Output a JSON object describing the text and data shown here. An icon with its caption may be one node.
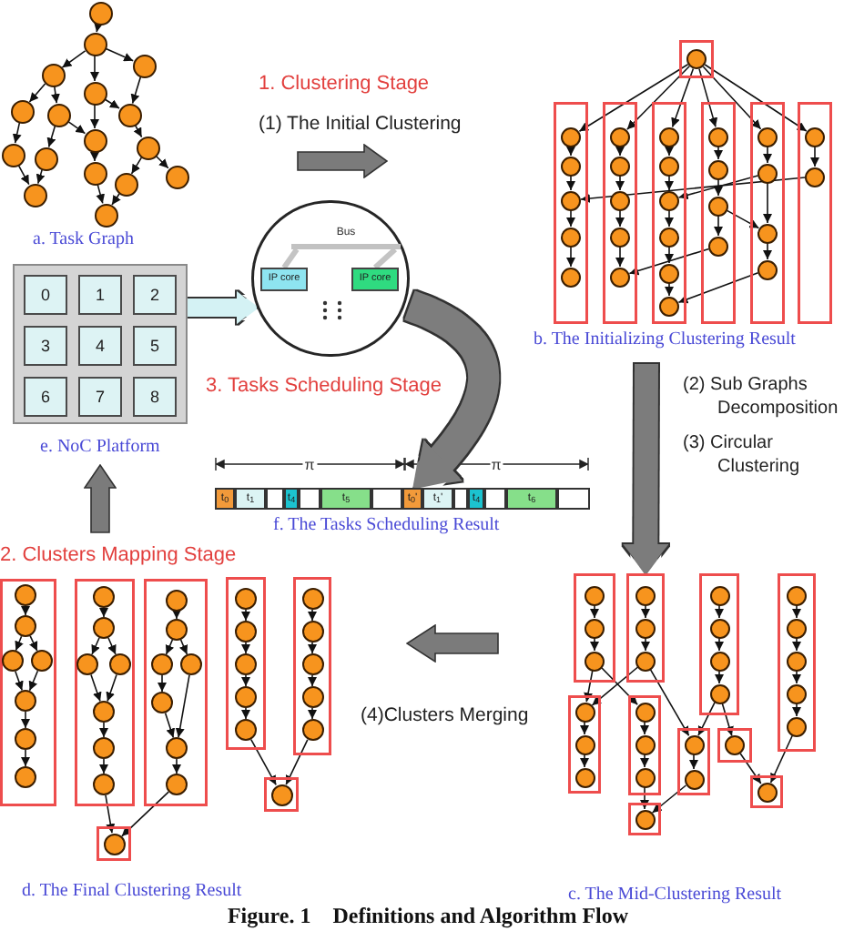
{
  "diagram": {
    "caption": "Figure. 1    Definitions and Algorithm Flow",
    "nodes": [
      {
        "text": [],
        "shape": "circle"
      },
      {
        "text": [],
        "shape": "circle"
      },
      {
        "text": [],
        "shape": "circle"
      },
      {
        "text": [],
        "shape": "circle"
      },
      {
        "text": [],
        "shape": "circle"
      },
      {
        "text": [],
        "shape": "circle"
      },
      {
        "text": [],
        "shape": "circle"
      },
      {
        "text": [],
        "shape": "circle"
      },
      {
        "text": [],
        "shape": "circle"
      },
      {
        "text": [],
        "shape": "circle"
      },
      {
        "text": [],
        "shape": "circle"
      },
      {
        "text": [],
        "shape": "circle"
      },
      {
        "text": [],
        "shape": "circle"
      },
      {
        "text": [],
        "shape": "circle"
      },
      {
        "text": [],
        "shape": "circle"
      },
      {
        "text": [],
        "shape": "circle"
      },
      {
        "text": [],
        "shape": "circle"
      },
      {
        "text": [],
        "shape": "box"
      },
      {
        "text": [],
        "shape": "circle",
        "in": 17
      },
      {
        "text": [],
        "shape": "box"
      },
      {
        "text": [],
        "shape": "circle",
        "in": 19
      },
      {
        "text": [],
        "shape": "circle",
        "in": 19
      },
      {
        "text": [],
        "shape": "circle",
        "in": 19
      },
      {
        "text": [],
        "shape": "circle",
        "in": 19
      },
      {
        "text": [],
        "shape": "circle",
        "in": 19
      },
      {
        "text": [],
        "shape": "box"
      },
      {
        "text": [],
        "shape": "circle",
        "in": 25
      },
      {
        "text": [],
        "shape": "circle",
        "in": 25
      },
      {
        "text": [],
        "shape": "circle",
        "in": 25
      },
      {
        "text": [],
        "shape": "circle",
        "in": 25
      },
      {
        "text": [],
        "shape": "circle",
        "in": 25
      },
      {
        "text": [],
        "shape": "box"
      },
      {
        "text": [],
        "shape": "circle",
        "in": 31
      },
      {
        "text": [],
        "shape": "circle",
        "in": 31
      },
      {
        "text": [],
        "shape": "circle",
        "in": 31
      },
      {
        "text": [],
        "shape": "circle",
        "in": 31
      },
      {
        "text": [],
        "shape": "circle",
        "in": 31
      },
      {
        "text": [],
        "shape": "circle",
        "in": 31
      },
      {
        "text": [],
        "shape": "box"
      },
      {
        "text": [],
        "shape": "circle",
        "in": 38
      },
      {
        "text": [],
        "shape": "circle",
        "in": 38
      },
      {
        "text": [],
        "shape": "circle",
        "in": 38
      },
      {
        "text": [],
        "shape": "circle",
        "in": 38
      },
      {
        "text": [],
        "shape": "box"
      },
      {
        "text": [],
        "shape": "circle",
        "in": 43
      },
      {
        "text": [],
        "shape": "circle",
        "in": 43
      },
      {
        "text": [],
        "shape": "circle",
        "in": 43
      },
      {
        "text": [],
        "shape": "circle",
        "in": 43
      },
      {
        "text": [],
        "shape": "box"
      },
      {
        "text": [],
        "shape": "circle",
        "in": 48
      },
      {
        "text": [],
        "shape": "circle",
        "in": 48
      },
      {
        "text": [],
        "shape": "box",
        "beside": [
          "e. NoC Platform"
        ]
      },
      {
        "text": [
          "0"
        ],
        "in": 51
      },
      {
        "text": [
          "1"
        ],
        "in": 51
      },
      {
        "text": [
          "2"
        ],
        "in": 51
      },
      {
        "text": [
          "3"
        ],
        "in": 51
      },
      {
        "text": [
          "4"
        ],
        "in": 51
      },
      {
        "text": [
          "5"
        ],
        "in": 51
      },
      {
        "text": [
          "6"
        ],
        "in": 51
      },
      {
        "text": [
          "7"
        ],
        "in": 51
      },
      {
        "text": [
          "8"
        ],
        "in": 51
      },
      {
        "text": [],
        "shape": "circle"
      },
      {
        "text": [
          "Bus"
        ],
        "in": 61
      },
      {
        "text": [
          "IP core"
        ],
        "in": 61
      },
      {
        "text": [
          "IP core"
        ],
        "in": 61
      },
      {
        "text": [],
        "shape": "bar",
        "beside": [
          "f. The Tasks Scheduling Result"
        ]
      },
      {
        "text": [
          "t$_{0}$"
        ],
        "in": 65
      },
      {
        "text": [
          "t$_{1}$"
        ],
        "in": 65
      },
      {
        "text": [],
        "shape": "box",
        "in": 65
      },
      {
        "text": [
          "t$_{4}$"
        ],
        "in": 65
      },
      {
        "text": [],
        "shape": "box",
        "in": 65
      },
      {
        "text": [
          "t$_{5}$"
        ],
        "in": 65
      },
      {
        "text": [],
        "shape": "box",
        "in": 65
      },
      {
        "text": [
          "t$_{0}$'"
        ],
        "in": 65
      },
      {
        "text": [
          "t$_{1}$'"
        ],
        "in": 65
      },
      {
        "text": [],
        "shape": "box",
        "in": 65
      },
      {
        "text": [
          "t$_{4}$"
        ],
        "in": 65
      },
      {
        "text": [],
        "shape": "box",
        "in": 65
      },
      {
        "text": [
          "t$_{6}$"
        ],
        "in": 65
      },
      {
        "text": [],
        "shape": "box",
        "in": 65
      },
      {
        "text": [],
        "shape": "box"
      },
      {
        "text": [],
        "shape": "circle",
        "in": 80
      },
      {
        "text": [],
        "shape": "circle",
        "in": 80
      },
      {
        "text": [],
        "shape": "circle",
        "in": 80
      },
      {
        "text": [],
        "shape": "circle",
        "in": 80
      },
      {
        "text": [],
        "shape": "circle",
        "in": 80
      },
      {
        "text": [],
        "shape": "circle",
        "in": 80
      },
      {
        "text": [],
        "shape": "circle",
        "in": 80
      },
      {
        "text": [],
        "shape": "box"
      },
      {
        "text": [],
        "shape": "circle",
        "in": 88
      },
      {
        "text": [],
        "shape": "circle",
        "in": 88
      },
      {
        "text": [],
        "shape": "circle",
        "in": 88
      },
      {
        "text": [],
        "shape": "circle",
        "in": 88
      },
      {
        "text": [],
        "shape": "circle",
        "in": 88
      },
      {
        "text": [],
        "shape": "circle",
        "in": 88
      },
      {
        "text": [],
        "shape": "circle",
        "in": 88
      },
      {
        "text": [],
        "shape": "box"
      },
      {
        "text": [],
        "shape": "circle",
        "in": 96
      },
      {
        "text": [],
        "shape": "circle",
        "in": 96
      },
      {
        "text": [],
        "shape": "circle",
        "in": 96
      },
      {
        "text": [],
        "shape": "circle",
        "in": 96
      },
      {
        "text": [],
        "shape": "circle",
        "in": 96
      },
      {
        "text": [],
        "shape": "circle",
        "in": 96
      },
      {
        "text": [],
        "shape": "circle",
        "in": 96
      },
      {
        "text": [],
        "shape": "box"
      },
      {
        "text": [],
        "shape": "circle",
        "in": 104
      },
      {
        "text": [],
        "shape": "circle",
        "in": 104
      },
      {
        "text": [],
        "shape": "circle",
        "in": 104
      },
      {
        "text": [],
        "shape": "circle",
        "in": 104
      },
      {
        "text": [],
        "shape": "circle",
        "in": 104
      },
      {
        "text": [],
        "shape": "box"
      },
      {
        "text": [],
        "shape": "circle",
        "in": 110
      },
      {
        "text": [],
        "shape": "circle",
        "in": 110
      },
      {
        "text": [],
        "shape": "circle",
        "in": 110
      },
      {
        "text": [],
        "shape": "circle",
        "in": 110
      },
      {
        "text": [],
        "shape": "circle",
        "in": 110
      },
      {
        "text": [],
        "shape": "box"
      },
      {
        "text": [],
        "shape": "circle",
        "in": 116
      },
      {
        "text": [],
        "shape": "box"
      },
      {
        "text": [],
        "shape": "circle",
        "in": 118
      },
      {
        "text": [],
        "shape": "box"
      },
      {
        "text": [],
        "shape": "circle",
        "in": 120
      },
      {
        "text": [],
        "shape": "circle",
        "in": 120
      },
      {
        "text": [],
        "shape": "circle",
        "in": 120
      },
      {
        "text": [],
        "shape": "box"
      },
      {
        "text": [],
        "shape": "circle",
        "in": 124
      },
      {
        "text": [],
        "shape": "circle",
        "in": 124
      },
      {
        "text": [],
        "shape": "circle",
        "in": 124
      },
      {
        "text": [],
        "shape": "box"
      },
      {
        "text": [],
        "shape": "circle",
        "in": 128
      },
      {
        "text": [],
        "shape": "circle",
        "in": 128
      },
      {
        "text": [],
        "shape": "circle",
        "in": 128
      },
      {
        "text": [],
        "shape": "circle",
        "in": 128
      },
      {
        "text": [],
        "shape": "box"
      },
      {
        "text": [],
        "shape": "circle",
        "in": 133
      },
      {
        "text": [],
        "shape": "circle",
        "in": 133
      },
      {
        "text": [],
        "shape": "circle",
        "in": 133
      },
      {
        "text": [],
        "shape": "circle",
        "in": 133
      },
      {
        "text": [],
        "shape": "circle",
        "in": 133
      },
      {
        "text": [],
        "shape": "box"
      },
      {
        "text": [],
        "shape": "circle",
        "in": 139
      },
      {
        "text": [],
        "shape": "circle",
        "in": 139
      },
      {
        "text": [],
        "shape": "circle",
        "in": 139
      },
      {
        "text": [],
        "shape": "box"
      },
      {
        "text": [],
        "shape": "circle",
        "in": 143
      },
      {
        "text": [],
        "shape": "circle",
        "in": 143
      },
      {
        "text": [],
        "shape": "circle",
        "in": 143
      },
      {
        "text": [],
        "shape": "box"
      },
      {
        "text": [],
        "shape": "circle",
        "in": 147
      },
      {
        "text": [],
        "shape": "circle",
        "in": 147
      },
      {
        "text": [],
        "shape": "box"
      },
      {
        "text": [],
        "shape": "circle",
        "in": 150
      },
      {
        "text": [],
        "shape": "box"
      },
      {
        "text": [],
        "shape": "circle",
        "in": 152
      },
      {
        "text": [],
        "shape": "box"
      },
      {
        "text": [],
        "shape": "circle",
        "in": 154
      },
      {
        "text": [],
        "shape": "arrow",
        "beside": [
          "(1) The Initial Clustering"
        ]
      },
      {
        "text": [],
        "shape": "arrow",
        "beside": [
          "(4)Clusters Merging"
        ]
      },
      {
        "text": [],
        "shape": "arrow"
      }
    ],
    "edges": [
      {
        "from": 0,
        "to": 1,
        "arrow": "to"
      },
      {
        "from": 1,
        "to": 3,
        "arrow": "to"
      },
      {
        "from": 1,
        "to": 4,
        "arrow": "to"
      },
      {
        "from": 1,
        "to": 2,
        "arrow": "to"
      },
      {
        "from": 3,
        "to": 5,
        "arrow": "to"
      },
      {
        "from": 3,
        "to": 6,
        "arrow": "to"
      },
      {
        "from": 4,
        "to": 8,
        "arrow": "to"
      },
      {
        "from": 4,
        "to": 7,
        "arrow": "to"
      },
      {
        "from": 2,
        "to": 7,
        "arrow": "to"
      },
      {
        "from": 5,
        "to": 10,
        "arrow": "to"
      },
      {
        "from": 6,
        "to": 11,
        "arrow": "to"
      },
      {
        "from": 6,
        "to": 8,
        "arrow": "to"
      },
      {
        "from": 8,
        "to": 12,
        "arrow": "to"
      },
      {
        "from": 7,
        "to": 9,
        "arrow": "to"
      },
      {
        "from": 10,
        "to": 15,
        "arrow": "to"
      },
      {
        "from": 11,
        "to": 15,
        "arrow": "to"
      },
      {
        "from": 9,
        "to": 14,
        "arrow": "to"
      },
      {
        "from": 9,
        "to": 13,
        "arrow": "to"
      },
      {
        "from": 12,
        "to": 16,
        "arrow": "to"
      },
      {
        "from": 14,
        "to": 16,
        "arrow": "to"
      },
      {
        "from": 18,
        "to": 20,
        "arrow": "to"
      },
      {
        "from": 18,
        "to": 26,
        "arrow": "to"
      },
      {
        "from": 18,
        "to": 32,
        "arrow": "to"
      },
      {
        "from": 18,
        "to": 39,
        "arrow": "to"
      },
      {
        "from": 18,
        "to": 44,
        "arrow": "to"
      },
      {
        "from": 18,
        "to": 49,
        "arrow": "to"
      },
      {
        "from": 20,
        "to": 21,
        "arrow": "to"
      },
      {
        "from": 21,
        "to": 22,
        "arrow": "to"
      },
      {
        "from": 22,
        "to": 23,
        "arrow": "to"
      },
      {
        "from": 23,
        "to": 24,
        "arrow": "to"
      },
      {
        "from": 26,
        "to": 27,
        "arrow": "to"
      },
      {
        "from": 27,
        "to": 28,
        "arrow": "to"
      },
      {
        "from": 28,
        "to": 29,
        "arrow": "to"
      },
      {
        "from": 29,
        "to": 30,
        "arrow": "to"
      },
      {
        "from": 32,
        "to": 33,
        "arrow": "to"
      },
      {
        "from": 33,
        "to": 34,
        "arrow": "to"
      },
      {
        "from": 34,
        "to": 35,
        "arrow": "to"
      },
      {
        "from": 35,
        "to": 36,
        "arrow": "to"
      },
      {
        "from": 36,
        "to": 37,
        "arrow": "to"
      },
      {
        "from": 39,
        "to": 40,
        "arrow": "to"
      },
      {
        "from": 40,
        "to": 41,
        "arrow": "to"
      },
      {
        "from": 41,
        "to": 42,
        "arrow": "to"
      },
      {
        "from": 44,
        "to": 45,
        "arrow": "to"
      },
      {
        "from": 45,
        "to": 46,
        "arrow": "to"
      },
      {
        "from": 46,
        "to": 47,
        "arrow": "to"
      },
      {
        "from": 49,
        "to": 50,
        "arrow": "to"
      },
      {
        "from": 50,
        "to": 22,
        "arrow": "to"
      },
      {
        "from": 45,
        "to": 34,
        "arrow": "to"
      },
      {
        "from": 41,
        "to": 46,
        "arrow": "to"
      },
      {
        "from": 42,
        "to": 30,
        "arrow": "to"
      },
      {
        "from": 47,
        "to": 37,
        "arrow": "to"
      },
      {
        "from": 51,
        "to": 61,
        "arrow": "to",
        "style": "thick",
        "color": "#d4f2f4"
      },
      {
        "from": 61,
        "to": 65,
        "arrow": "to",
        "style": "thick",
        "color": "#7d7d7d"
      },
      {
        "from": 62,
        "to": 63,
        "arrow": "none",
        "style": "thick",
        "color": "#c4c4c4"
      },
      {
        "from": 62,
        "to": 64,
        "arrow": "none",
        "style": "thick",
        "color": "#c4c4c4"
      },
      {
        "from": 81,
        "to": 82,
        "arrow": "to"
      },
      {
        "from": 82,
        "to": 83,
        "arrow": "to"
      },
      {
        "from": 82,
        "to": 84,
        "arrow": "to"
      },
      {
        "from": 83,
        "to": 85,
        "arrow": "to"
      },
      {
        "from": 84,
        "to": 85,
        "arrow": "to"
      },
      {
        "from": 85,
        "to": 86,
        "arrow": "to"
      },
      {
        "from": 86,
        "to": 87,
        "arrow": "to"
      },
      {
        "from": 89,
        "to": 90,
        "arrow": "to"
      },
      {
        "from": 90,
        "to": 91,
        "arrow": "to"
      },
      {
        "from": 90,
        "to": 92,
        "arrow": "to"
      },
      {
        "from": 91,
        "to": 93,
        "arrow": "to"
      },
      {
        "from": 92,
        "to": 93,
        "arrow": "to"
      },
      {
        "from": 93,
        "to": 94,
        "arrow": "to"
      },
      {
        "from": 94,
        "to": 95,
        "arrow": "to"
      },
      {
        "from": 97,
        "to": 98,
        "arrow": "to"
      },
      {
        "from": 98,
        "to": 99,
        "arrow": "to"
      },
      {
        "from": 98,
        "to": 100,
        "arrow": "to"
      },
      {
        "from": 99,
        "to": 101,
        "arrow": "to"
      },
      {
        "from": 101,
        "to": 102,
        "arrow": "to"
      },
      {
        "from": 100,
        "to": 102,
        "arrow": "to"
      },
      {
        "from": 102,
        "to": 103,
        "arrow": "to"
      },
      {
        "from": 105,
        "to": 106,
        "arrow": "to"
      },
      {
        "from": 106,
        "to": 107,
        "arrow": "to"
      },
      {
        "from": 107,
        "to": 108,
        "arrow": "to"
      },
      {
        "from": 108,
        "to": 109,
        "arrow": "to"
      },
      {
        "from": 111,
        "to": 112,
        "arrow": "to"
      },
      {
        "from": 112,
        "to": 113,
        "arrow": "to"
      },
      {
        "from": 113,
        "to": 114,
        "arrow": "to"
      },
      {
        "from": 114,
        "to": 115,
        "arrow": "to"
      },
      {
        "from": 95,
        "to": 119,
        "arrow": "to"
      },
      {
        "from": 103,
        "to": 119,
        "arrow": "to"
      },
      {
        "from": 109,
        "to": 117,
        "arrow": "to"
      },
      {
        "from": 115,
        "to": 117,
        "arrow": "to"
      },
      {
        "from": 121,
        "to": 122,
        "arrow": "to"
      },
      {
        "from": 122,
        "to": 123,
        "arrow": "to"
      },
      {
        "from": 125,
        "to": 126,
        "arrow": "to"
      },
      {
        "from": 126,
        "to": 127,
        "arrow": "to"
      },
      {
        "from": 129,
        "to": 130,
        "arrow": "to"
      },
      {
        "from": 130,
        "to": 131,
        "arrow": "to"
      },
      {
        "from": 131,
        "to": 132,
        "arrow": "to"
      },
      {
        "from": 134,
        "to": 135,
        "arrow": "to"
      },
      {
        "from": 135,
        "to": 136,
        "arrow": "to"
      },
      {
        "from": 136,
        "to": 137,
        "arrow": "to"
      },
      {
        "from": 137,
        "to": 138,
        "arrow": "to"
      },
      {
        "from": 140,
        "to": 141,
        "arrow": "to"
      },
      {
        "from": 141,
        "to": 142,
        "arrow": "to"
      },
      {
        "from": 144,
        "to": 145,
        "arrow": "to"
      },
      {
        "from": 145,
        "to": 146,
        "arrow": "to"
      },
      {
        "from": 148,
        "to": 149,
        "arrow": "to"
      },
      {
        "from": 123,
        "to": 140,
        "arrow": "to"
      },
      {
        "from": 123,
        "to": 144,
        "arrow": "to"
      },
      {
        "from": 127,
        "to": 140,
        "arrow": "to"
      },
      {
        "from": 127,
        "to": 148,
        "arrow": "to"
      },
      {
        "from": 132,
        "to": 148,
        "arrow": "to"
      },
      {
        "from": 132,
        "to": 151,
        "arrow": "to"
      },
      {
        "from": 146,
        "to": 153,
        "arrow": "to"
      },
      {
        "from": 149,
        "to": 153,
        "arrow": "to"
      },
      {
        "from": 151,
        "to": 155,
        "arrow": "to"
      },
      {
        "from": 138,
        "to": 155,
        "arrow": "to"
      },
      {
        "from": null,
        "to": 124,
        "arrow": "to",
        "style": "thick",
        "color": "#7b7b7b"
      }
    ],
    "labels": [
      "1. Clustering Stage",
      "a. Task Graph",
      "b. The Initializing Clustering Result",
      "(2) Sub Graphs Decomposition",
      "(3) Circular Clustering",
      "3. Tasks Scheduling Stage",
      "π",
      "π",
      "2. Clusters Mapping Stage",
      "d. The Final Clustering Result",
      "c. The Mid-Clustering Result"
    ]
  }
}
